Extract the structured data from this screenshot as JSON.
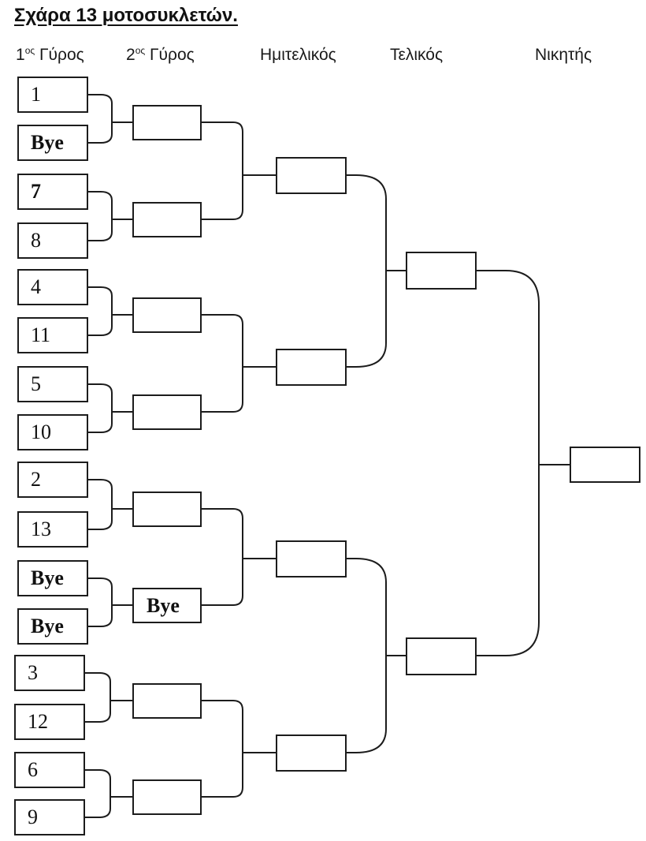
{
  "title": "Σχάρα 13 μοτοσυκλετών.",
  "ink_color": "#1c1c1c",
  "columns": [
    {
      "pre": "1",
      "sup": "ος",
      "rest": " Γύρος"
    },
    {
      "pre": "2",
      "sup": "ος",
      "rest": " Γύρος"
    },
    {
      "pre": "",
      "sup": "",
      "rest": "Ημιτελικός"
    },
    {
      "pre": "",
      "sup": "",
      "rest": "Τελικός"
    },
    {
      "pre": "",
      "sup": "",
      "rest": "Νικητής"
    }
  ],
  "bracket": {
    "round1": [
      {
        "label": "1",
        "bold": false
      },
      {
        "label": "Bye",
        "bold": true
      },
      {
        "label": "7",
        "bold": true
      },
      {
        "label": "8",
        "bold": false
      },
      {
        "label": "4",
        "bold": false
      },
      {
        "label": "11",
        "bold": false
      },
      {
        "label": "5",
        "bold": false
      },
      {
        "label": "10",
        "bold": false
      },
      {
        "label": "2",
        "bold": false
      },
      {
        "label": "13",
        "bold": false
      },
      {
        "label": "Bye",
        "bold": true
      },
      {
        "label": "Bye",
        "bold": true
      },
      {
        "label": "3",
        "bold": false
      },
      {
        "label": "12",
        "bold": false
      },
      {
        "label": "6",
        "bold": false
      },
      {
        "label": "9",
        "bold": false
      }
    ],
    "round2": [
      {
        "label": "",
        "bold": false
      },
      {
        "label": "",
        "bold": false
      },
      {
        "label": "",
        "bold": false
      },
      {
        "label": "",
        "bold": false
      },
      {
        "label": "",
        "bold": false
      },
      {
        "label": "Bye",
        "bold": true
      },
      {
        "label": "",
        "bold": false
      },
      {
        "label": "",
        "bold": false
      }
    ],
    "semifinal": [
      {
        "label": ""
      },
      {
        "label": ""
      },
      {
        "label": ""
      },
      {
        "label": ""
      }
    ],
    "final": [
      {
        "label": ""
      },
      {
        "label": ""
      }
    ],
    "winner": {
      "label": ""
    }
  }
}
